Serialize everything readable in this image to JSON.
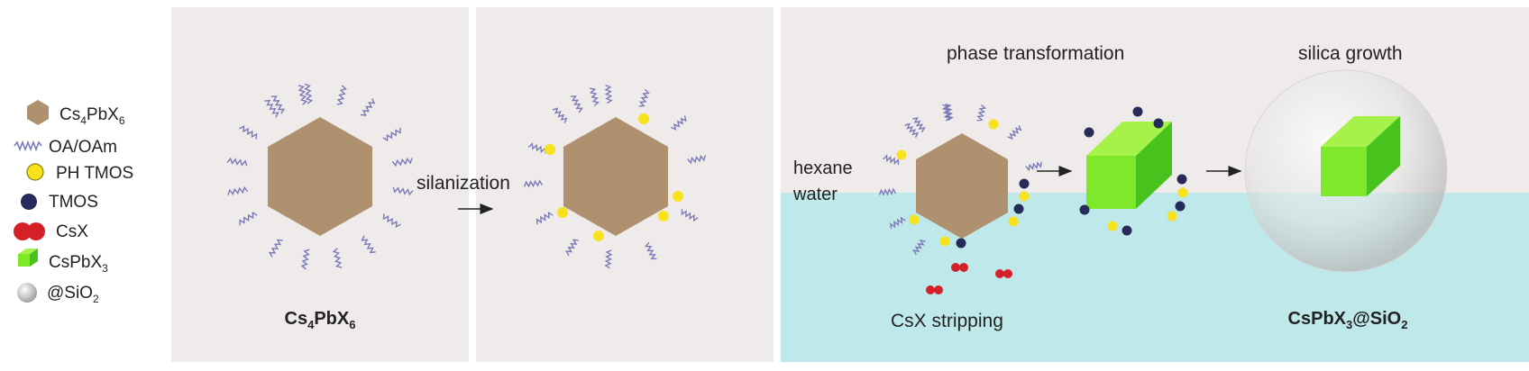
{
  "legend": {
    "items": [
      {
        "icon": "hexagon-icon",
        "text": "Cs",
        "sub1": "4",
        "mid": "PbX",
        "sub2": "6",
        "color": "#b0916f"
      },
      {
        "icon": "ligand-icon",
        "text": "OA/OAm",
        "color": "#7a7ab8"
      },
      {
        "icon": "yellow-dot-icon",
        "text": "PH TMOS",
        "color": "#f7e21d"
      },
      {
        "icon": "navy-dot-icon",
        "text": "TMOS",
        "color": "#262b5a"
      },
      {
        "icon": "red-dimer-icon",
        "text": "CsX",
        "color": "#d42127"
      },
      {
        "icon": "green-cube-icon",
        "text": "CsPbX",
        "sub1": "3",
        "color": "#66dd22"
      },
      {
        "icon": "sphere-icon",
        "text": "@SiO",
        "sub1": "2",
        "color": "#c8c8c8"
      }
    ]
  },
  "panels": {
    "p1": {
      "label": {
        "a": "Cs",
        "a_sub": "4",
        "b": "PbX",
        "b_sub": "6"
      }
    },
    "p2": {
      "arrow_label": "silanization"
    },
    "p3": {
      "phase_label": "phase transformation",
      "silica_label": "silica growth",
      "hexane_label": "hexane",
      "water_label": "water",
      "stripping_label": "CsX stripping",
      "product": {
        "a": "CsPbX",
        "a_sub": "3",
        "b": "@SiO",
        "b_sub": "2"
      }
    }
  },
  "colors": {
    "panel_bg": "#efebea",
    "water": "#bfe8ea",
    "hexagon": "#b0916f",
    "ligand": "#7a7ab8",
    "ph_tmos": "#f7e21d",
    "tmos": "#262b5a",
    "csx": "#d42127",
    "cube_front": "#7ee82b",
    "cube_top": "#a6f24a",
    "cube_side": "#48c21d",
    "arrow": "#222222"
  }
}
